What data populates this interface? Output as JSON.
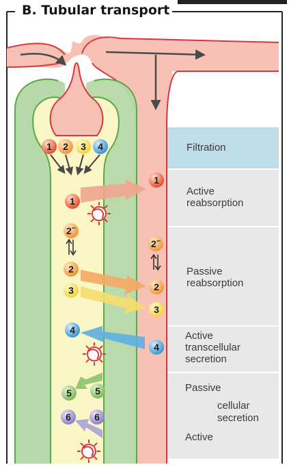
{
  "panel": {
    "title": "B. Tubular transport"
  },
  "bands": [
    {
      "key": "filtration",
      "lines": [
        "Filtration"
      ]
    },
    {
      "key": "active_reabsorption",
      "lines": [
        "Active",
        "reabsorption"
      ]
    },
    {
      "key": "passive_reabsorption",
      "lines": [
        "Passive",
        "reabsorption"
      ]
    },
    {
      "key": "active_transcellular_secretion",
      "lines": [
        "Active",
        "transcellular",
        "secretion"
      ]
    },
    {
      "key": "cellular_secretion",
      "lines": [
        "Passive",
        "cellular",
        "secretion",
        "Active"
      ]
    }
  ],
  "substances": {
    "s1": "1",
    "s2": "2",
    "s2minus": "2",
    "s2minus_charge": "–",
    "s3": "3",
    "s4": "4",
    "s5": "5",
    "s6": "6"
  },
  "colors": {
    "tubule_wall": "#b7d9a9",
    "tubule_lumen": "#fbf6c6",
    "vessel": "#f7c2b5",
    "vessel_outline": "#d8373b",
    "band_blue": "#bfdde6",
    "band_gray": "#e7e8ea",
    "s1": "#e84d2c",
    "s2": "#f29539",
    "s3": "#f5d338",
    "s4": "#3798d6",
    "s5": "#7fba5c",
    "s6": "#8a82c6"
  }
}
